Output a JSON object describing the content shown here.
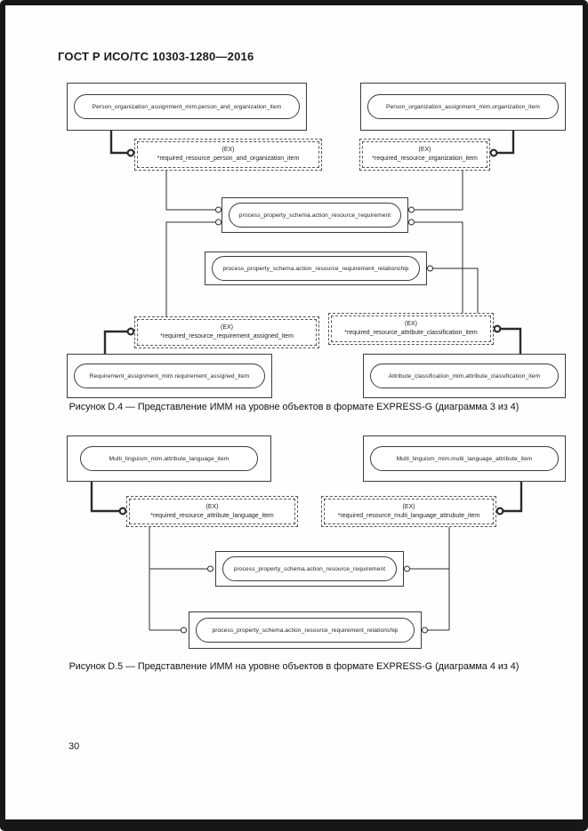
{
  "header": {
    "title": "ГОСТ Р ИСО/ТС 10303-1280—2016"
  },
  "footer": {
    "page_number": "30"
  },
  "colors": {
    "frame": "#171717",
    "line": "#2b2b2b",
    "box_border": "#3c3c3c"
  },
  "diagrams": {
    "d4": {
      "caption": "Рисунок D.4 — Представление ИММ на уровне объектов в формате EXPRESS-G (диаграмма 3 из 4)",
      "entity_top_left": "Person_organization_assignment_mim.person_and_organization_item",
      "entity_top_right": "Person_organization_assignment_mim.organization_item",
      "ref_top_left": {
        "tag": "(EX)",
        "label": "*required_resource_person_and_organization_item"
      },
      "ref_top_right": {
        "tag": "(EX)",
        "label": "*required_resource_organization_item"
      },
      "entity_center": "process_property_schema.action_resource_requirement",
      "entity_center_rel": "process_property_schema.action_resource_requirement_relationship",
      "ref_bottom_left": {
        "tag": "(EX)",
        "label": "*required_resource_requirement_assigned_item"
      },
      "ref_bottom_right": {
        "tag": "(EX)",
        "label": "*required_resource_attribute_classification_item"
      },
      "entity_bottom_left": "Requirement_assignment_mim.requirement_assigned_item",
      "entity_bottom_right": "Attribute_classification_mim.attribute_classification_item"
    },
    "d5": {
      "caption": "Рисунок D.5 — Представление ИММ на уровне объектов в формате EXPRESS-G (диаграмма 4 из 4)",
      "entity_top_left": "Multi_linguism_mim.attribute_language_item",
      "entity_top_right": "Multi_linguism_mim.multi_language_attribute_item",
      "ref_left": {
        "tag": "(EX)",
        "label": "*required_resource_attribute_language_item"
      },
      "ref_right": {
        "tag": "(EX)",
        "label": "*required_resource_multi_language_attrubute_item"
      },
      "entity_center": "process_property_schema.action_resource_requirement",
      "entity_center_rel": "process_property_schema.action_resource_requirement_relationship"
    }
  }
}
